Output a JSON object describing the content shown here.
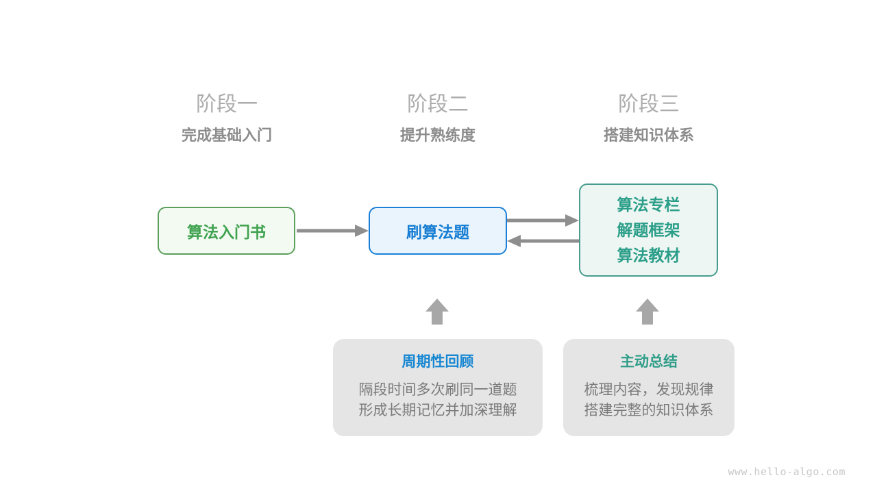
{
  "diagram": {
    "stages": [
      {
        "label": "阶段一",
        "subtitle": "完成基础入门"
      },
      {
        "label": "阶段二",
        "subtitle": "提升熟练度"
      },
      {
        "label": "阶段三",
        "subtitle": "搭建知识体系"
      }
    ],
    "nodes": {
      "intro_book": {
        "label": "算法入门书"
      },
      "practice": {
        "label": "刷算法题"
      },
      "resources": {
        "items": [
          "算法专栏",
          "解题框架",
          "算法教材"
        ]
      }
    },
    "notes": [
      {
        "title": "周期性回顾",
        "lines": [
          "隔段时间多次刷同一道题",
          "形成长期记忆并加深理解"
        ]
      },
      {
        "title": "主动总结",
        "lines": [
          "梳理内容，发现规律",
          "搭建完整的知识体系"
        ]
      }
    ],
    "watermark": "www.hello-algo.com",
    "colors": {
      "green_border": "#5C9F5C",
      "green_text": "#3FA24F",
      "green_bg": "#F3FAF2",
      "blue_border": "#1C80D8",
      "blue_text": "#167DD3",
      "blue_bg": "#EAF4FC",
      "teal_border": "#479C8D",
      "teal_text": "#2B9E89",
      "teal_bg": "#EDF6F2",
      "note_bg": "#E5E5E5",
      "note_title_blue": "#1887D2",
      "note_title_teal": "#2F9E89",
      "note_body_gray": "#7A7A7A",
      "stage_label_gray": "#ACACAC",
      "stage_sub_gray": "#8C8C8C",
      "arrow_gray": "#8E8E8E",
      "up_arrow_gray": "#A7A7A7",
      "watermark_gray": "#C9C9C9"
    }
  }
}
